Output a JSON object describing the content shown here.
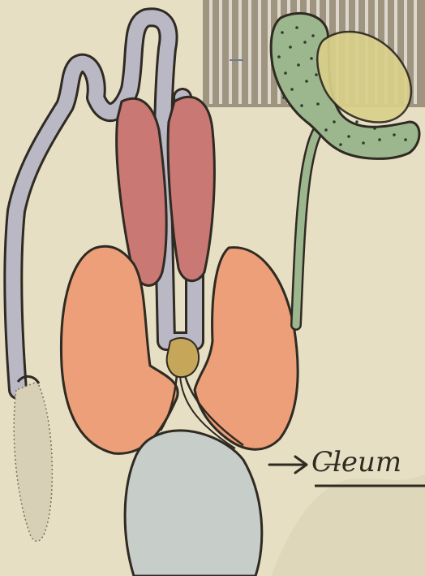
{
  "sheet": {
    "paper_color": "#e7dfc4",
    "ink_color": "#2f2a22"
  },
  "structures": {
    "grey_duct": {
      "color": "#b9b8c4",
      "icon": "long-grey-tube"
    },
    "left_bulb": {
      "color": "#d7cfb6",
      "icon": "dotted-bulb"
    },
    "red_lobes": {
      "color": "#c97873",
      "icon": "paired-red-lobes"
    },
    "orange_lobes": {
      "color": "#ec9f78",
      "icon": "paired-orange-lobes"
    },
    "central_knob": {
      "color": "#c6a75a",
      "icon": "small-ochre-knob"
    },
    "green_sac": {
      "color": "#9cb68e",
      "icon": "speckled-green-sac",
      "spot_color": "#2f3a2c"
    },
    "yellow_body": {
      "color": "#d9d08a"
    },
    "bottom_sac": {
      "color": "#c7cdc9"
    }
  },
  "inset_photo": {
    "background": "#9e9480",
    "stripe_color": "#e9e4d9"
  },
  "annotation": {
    "label_text": "Cl̶eum",
    "arrow_icon": "right-arrow-icon"
  }
}
